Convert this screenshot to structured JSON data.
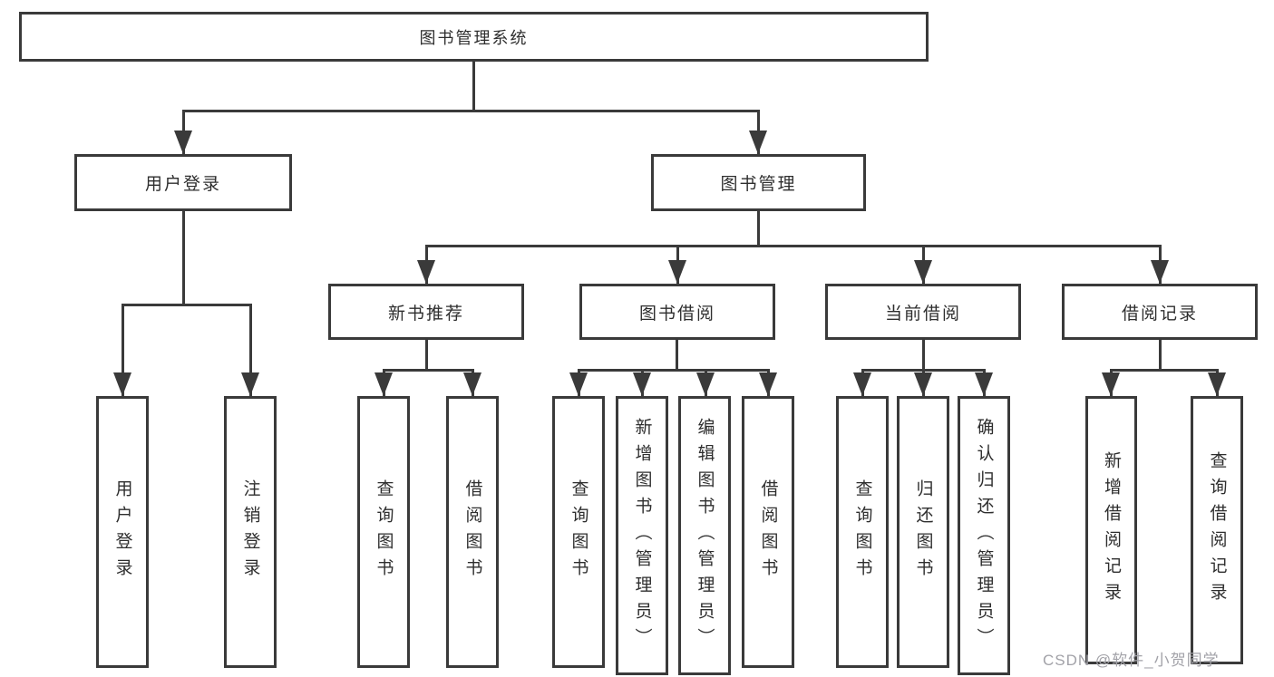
{
  "colors": {
    "line": "#3a3a3a",
    "box_border": "#3a3a3a",
    "text": "#2e2e2e",
    "background": "#ffffff",
    "watermark_text": "#a2a2a8"
  },
  "tree": {
    "label": "图书管理系统",
    "children": [
      {
        "label": "用户登录",
        "children": [
          {
            "label": "用户登录"
          },
          {
            "label": "注销登录"
          }
        ]
      },
      {
        "label": "图书管理",
        "children": [
          {
            "label": "新书推荐",
            "children": [
              {
                "label": "查询图书"
              },
              {
                "label": "借阅图书"
              }
            ]
          },
          {
            "label": "图书借阅",
            "children": [
              {
                "label": "查询图书"
              },
              {
                "label": "新增图书（管理员）"
              },
              {
                "label": "编辑图书（管理员）"
              },
              {
                "label": "借阅图书"
              }
            ]
          },
          {
            "label": "当前借阅",
            "children": [
              {
                "label": "查询图书"
              },
              {
                "label": "归还图书"
              },
              {
                "label": "确认归还（管理员）"
              }
            ]
          },
          {
            "label": "借阅记录",
            "children": [
              {
                "label": "新增借阅记录"
              },
              {
                "label": "查询借阅记录"
              }
            ]
          }
        ]
      }
    ]
  },
  "watermark": {
    "text": "CSDN @软件_小贺同学"
  }
}
